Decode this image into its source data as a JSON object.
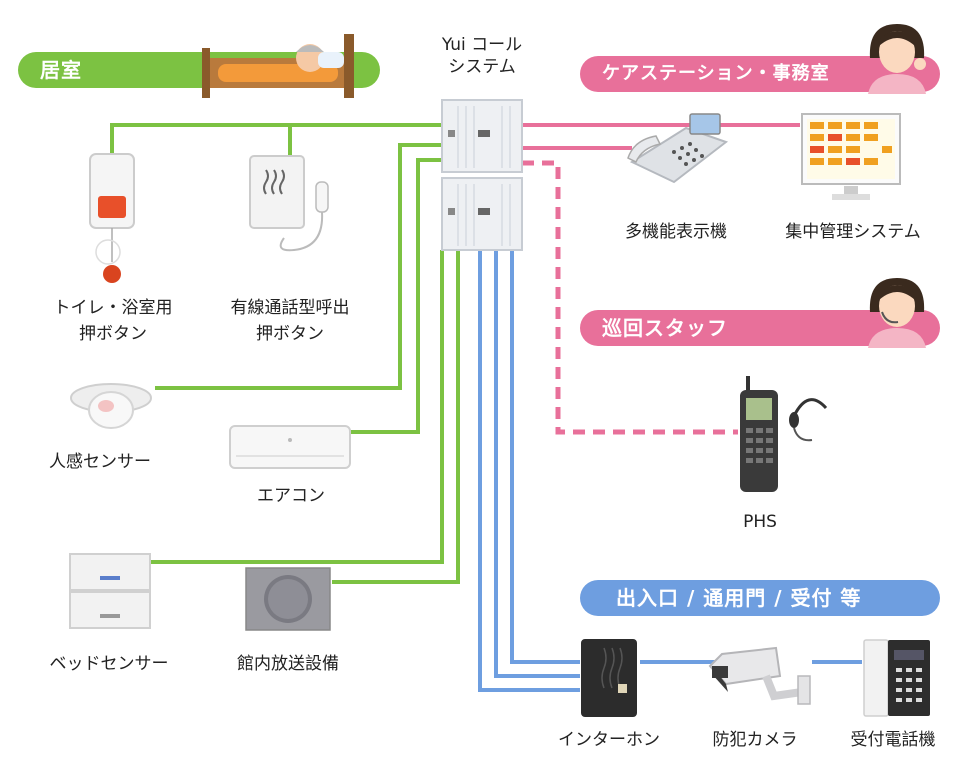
{
  "sections": {
    "room": "居室",
    "care_station": "ケアステーション・事務室",
    "patrol_staff": "巡回スタッフ",
    "entrance": "出入口 / 通用門 / 受付 等"
  },
  "system": {
    "title_line1": "Yui コール",
    "title_line2": "システム"
  },
  "devices": {
    "toilet_button_line1": "トイレ・浴室用",
    "toilet_button_line2": "押ボタン",
    "wired_call_line1": "有線通話型呼出",
    "wired_call_line2": "押ボタン",
    "motion_sensor": "人感センサー",
    "air_conditioner": "エアコン",
    "bed_sensor": "ベッドセンサー",
    "pa_system": "館内放送設備",
    "multi_display_phone": "多機能表示機",
    "central_management": "集中管理システム",
    "phs": "PHS",
    "intercom": "インターホン",
    "security_camera": "防犯カメラ",
    "reception_phone": "受付電話機"
  },
  "colors": {
    "green": "#7cc242",
    "pink": "#e8709a",
    "blue": "#6e9ee0",
    "room_pill": "#7cc242",
    "care_pill": "#e8709a",
    "entrance_pill": "#6e9ee0"
  }
}
